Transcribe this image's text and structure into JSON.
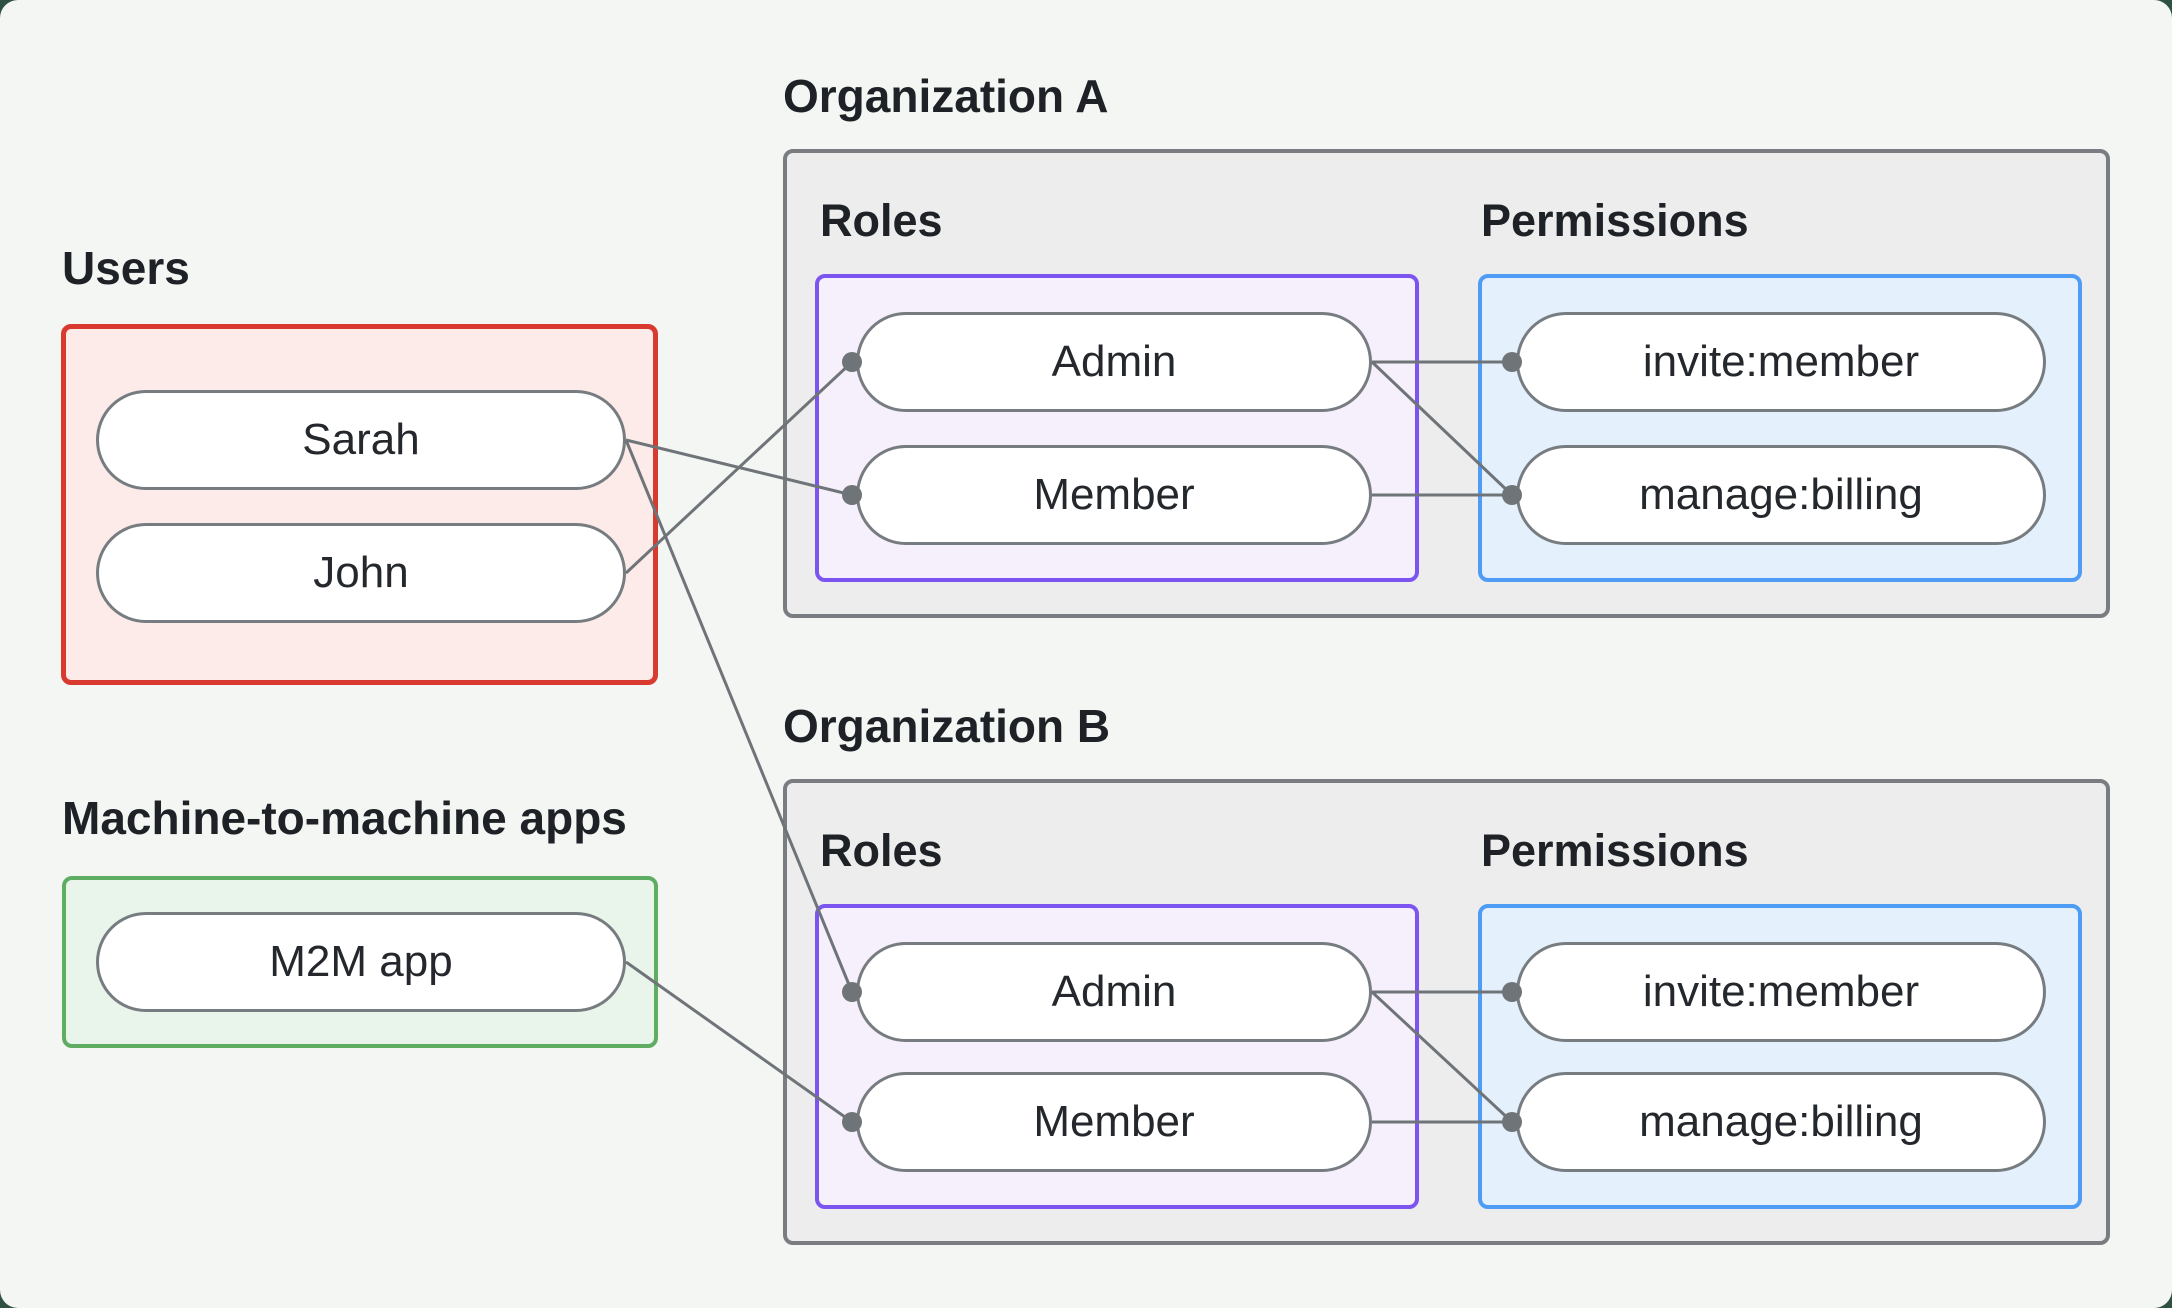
{
  "palette": {
    "page_background": "#2f5142",
    "canvas_background": "#f4f6f4",
    "users_border": "#d93a2f",
    "users_fill": "#fcebe9",
    "m2m_border": "#5fad63",
    "m2m_fill": "#e9f5ea",
    "org_border": "#797d81",
    "org_fill": "#ededee",
    "roles_border": "#7c55f1",
    "roles_fill": "#f6f0fd",
    "permissions_border": "#4f9cf5",
    "permissions_fill": "#e4f0fc",
    "node_border": "#777c80",
    "node_fill": "#ffffff",
    "connector": "#6f7478",
    "text": "#1e2226"
  },
  "users_group": {
    "label": "Users",
    "items": [
      {
        "label": "Sarah"
      },
      {
        "label": "John"
      }
    ]
  },
  "m2m_group": {
    "label": "Machine-to-machine apps",
    "items": [
      {
        "label": "M2M app"
      }
    ]
  },
  "organizations": [
    {
      "title": "Organization A",
      "roles_label": "Roles",
      "permissions_label": "Permissions",
      "roles": [
        {
          "label": "Admin"
        },
        {
          "label": "Member"
        }
      ],
      "permissions": [
        {
          "label": "invite:member"
        },
        {
          "label": "manage:billing"
        }
      ]
    },
    {
      "title": "Organization B",
      "roles_label": "Roles",
      "permissions_label": "Permissions",
      "roles": [
        {
          "label": "Admin"
        },
        {
          "label": "Member"
        }
      ],
      "permissions": [
        {
          "label": "invite:member"
        },
        {
          "label": "manage:billing"
        }
      ]
    }
  ],
  "connections": {
    "user_to_role": [
      {
        "from": "Sarah",
        "to_org": "Organization A",
        "to_role": "Member"
      },
      {
        "from": "John",
        "to_org": "Organization A",
        "to_role": "Admin"
      },
      {
        "from": "Sarah",
        "to_org": "Organization B",
        "to_role": "Admin"
      },
      {
        "from": "M2M app",
        "to_org": "Organization B",
        "to_role": "Member"
      }
    ],
    "role_to_permission": [
      {
        "org": "Organization A",
        "from": "Admin",
        "to": "invite:member"
      },
      {
        "org": "Organization A",
        "from": "Admin",
        "to": "manage:billing"
      },
      {
        "org": "Organization A",
        "from": "Member",
        "to": "manage:billing"
      },
      {
        "org": "Organization B",
        "from": "Admin",
        "to": "invite:member"
      },
      {
        "org": "Organization B",
        "from": "Admin",
        "to": "manage:billing"
      },
      {
        "org": "Organization B",
        "from": "Member",
        "to": "manage:billing"
      }
    ]
  }
}
